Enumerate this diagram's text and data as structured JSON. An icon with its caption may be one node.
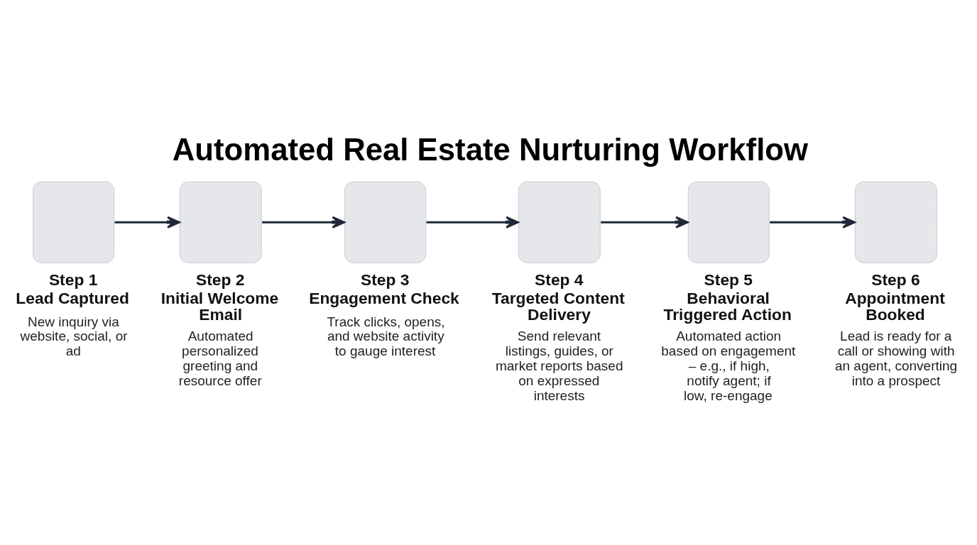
{
  "diagram": {
    "title": "Automated Real Estate Nurturing Workflow",
    "nodes": [
      {
        "text": [
          "Step 1",
          "Lead Captured",
          "New inquiry via website, social, or ad"
        ]
      },
      {
        "text": [
          "Step 2",
          "Initial Welcome Email",
          "Automated personalized greeting and resource offer"
        ]
      },
      {
        "text": [
          "Step 3",
          "Engagement Check",
          "Track clicks, opens, and website activity to gauge interest"
        ]
      },
      {
        "text": [
          "Step 4",
          "Targeted Content Delivery",
          "Send relevant listings, guides, or market reports based on expressed interests"
        ]
      },
      {
        "text": [
          "Step 5",
          "Behavioral Triggered Action",
          "Automated action based on engagement – e.g., if high, notify agent; if low, re-engage"
        ]
      },
      {
        "text": [
          "Step 6",
          "Appointment Booked",
          "Lead is ready for a call or showing with an agent, converting into a prospect"
        ]
      }
    ],
    "edges": [
      {
        "from": 0,
        "to": 1,
        "arrow": "to"
      },
      {
        "from": 1,
        "to": 2,
        "arrow": "to"
      },
      {
        "from": 2,
        "to": 3,
        "arrow": "to"
      },
      {
        "from": 3,
        "to": 4,
        "arrow": "to"
      },
      {
        "from": 4,
        "to": 5,
        "arrow": "to"
      }
    ]
  }
}
